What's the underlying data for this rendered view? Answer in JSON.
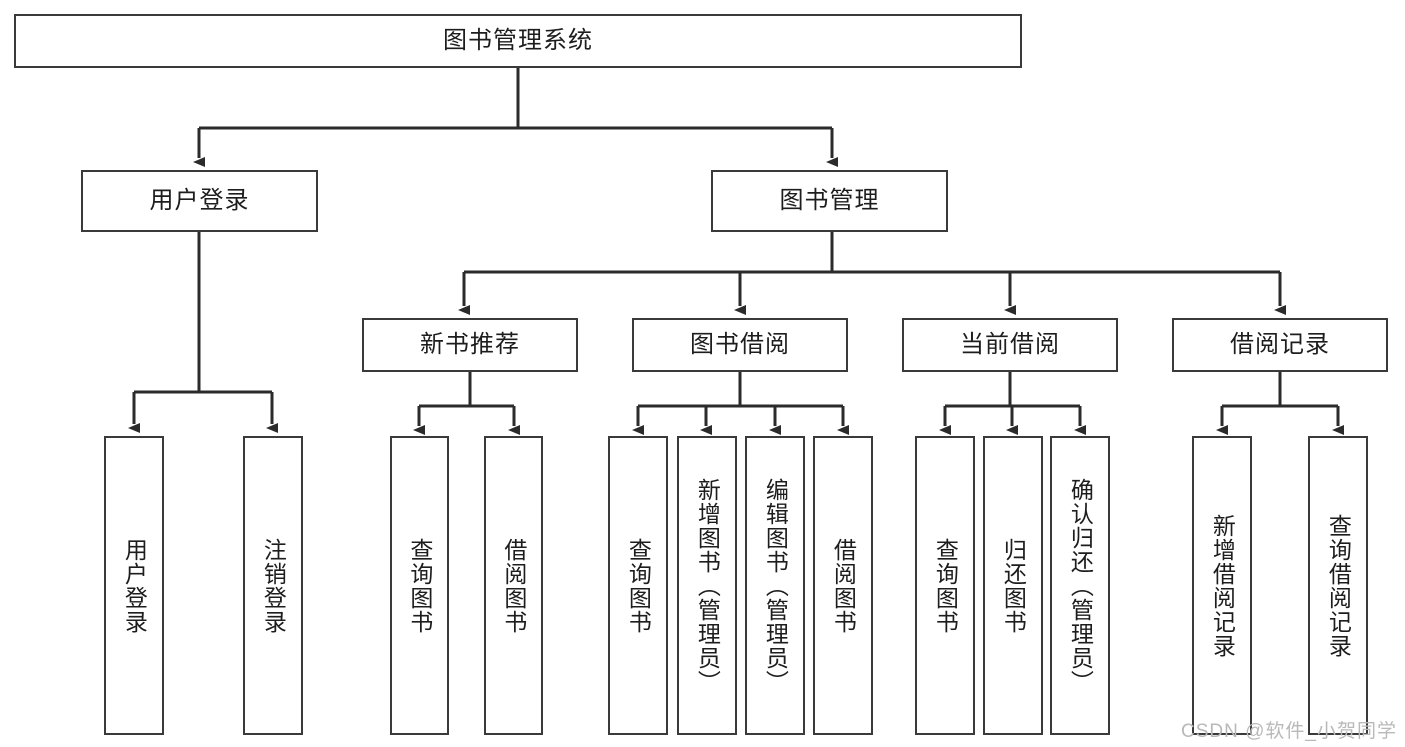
{
  "diagram": {
    "title": "图书管理系统",
    "watermark": "CSDN @软件_小贺同学",
    "line_color": "#3a3a3a",
    "box_border_color": "#3a3a3a",
    "box_fill_color": "#ffffff",
    "text_color": "#1d1d1d",
    "watermark_color": "#b9b9b9"
  },
  "nodes": {
    "root": {
      "label": "图书管理系统"
    },
    "level1": [
      {
        "label": "用户登录"
      },
      {
        "label": "图书管理"
      }
    ],
    "level2": [
      {
        "label": "新书推荐"
      },
      {
        "label": "图书借阅"
      },
      {
        "label": "当前借阅"
      },
      {
        "label": "借阅记录"
      }
    ],
    "leaves": {
      "user_login": [
        {
          "label": "用户登录"
        },
        {
          "label": "注销登录"
        }
      ],
      "new_book_recommend": [
        {
          "label": "查询图书"
        },
        {
          "label": "借阅图书"
        }
      ],
      "book_borrow": [
        {
          "label": "查询图书"
        },
        {
          "label": "新增图书（管理员）"
        },
        {
          "label": "编辑图书（管理员）"
        },
        {
          "label": "借阅图书"
        }
      ],
      "current_borrow": [
        {
          "label": "查询图书"
        },
        {
          "label": "归还图书"
        },
        {
          "label": "确认归还（管理员）"
        }
      ],
      "borrow_record": [
        {
          "label": "新增借阅记录"
        },
        {
          "label": "查询借阅记录"
        }
      ]
    }
  }
}
